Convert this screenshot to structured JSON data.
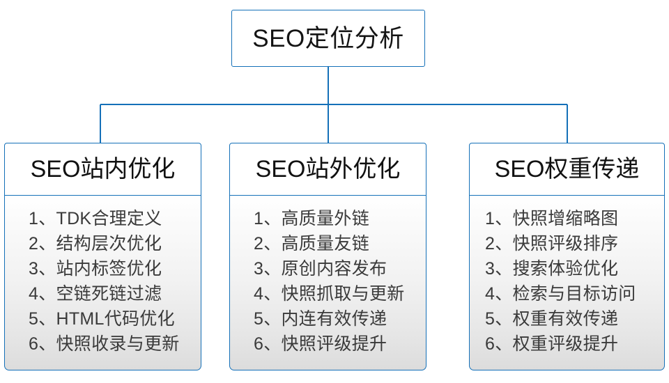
{
  "diagram": {
    "type": "org-tree",
    "accent_color": "#1470b8",
    "title_text_color": "#111111",
    "list_text_color": "#3a3a3a",
    "body_gradient_from": "#ffffff",
    "body_gradient_to": "#dcdcdc",
    "root": {
      "label": "SEO定位分析"
    },
    "branches": [
      {
        "label": "SEO站内优化",
        "items": [
          "1、TDK合理定义",
          "2、结构层次优化",
          "3、站内标签优化",
          "4、空链死链过滤",
          "5、HTML代码优化",
          "6、快照收录与更新"
        ]
      },
      {
        "label": "SEO站外优化",
        "items": [
          "1、高质量外链",
          "2、高质量友链",
          "3、原创内容发布",
          "4、快照抓取与更新",
          "5、内连有效传递",
          "6、快照评级提升"
        ]
      },
      {
        "label": "SEO权重传递",
        "items": [
          "1、快照增缩略图",
          "2、快照评级排序",
          "3、搜索体验优化",
          "4、检索与目标访问",
          "5、权重有效传递",
          "6、权重评级提升"
        ]
      }
    ]
  }
}
